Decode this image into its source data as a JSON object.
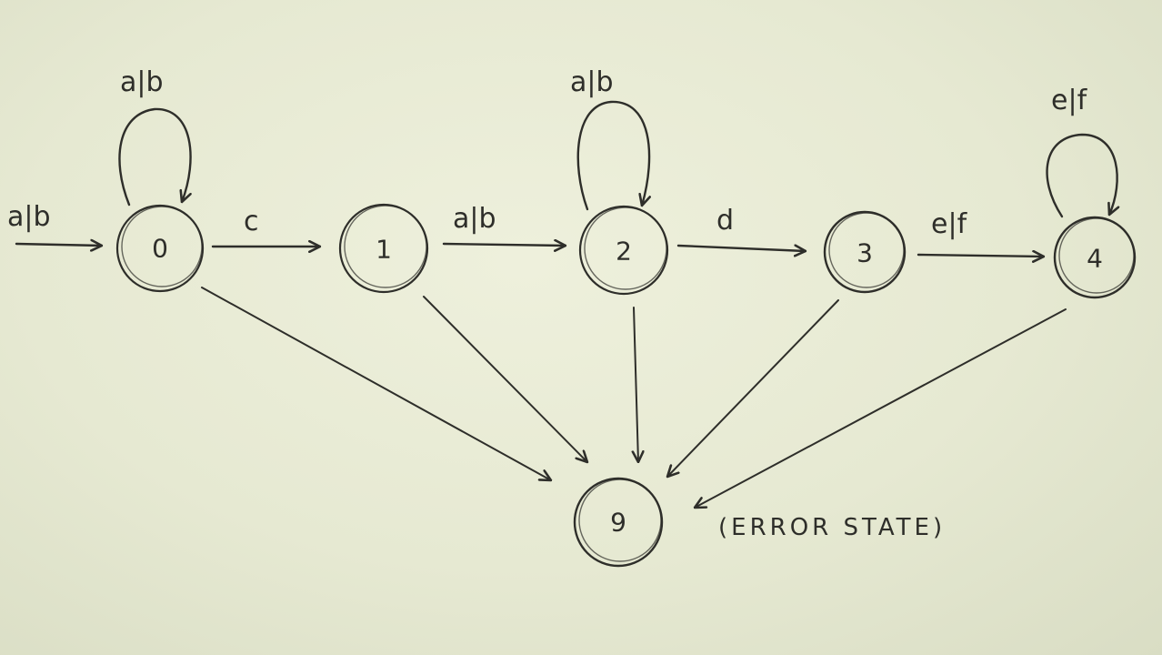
{
  "diagram": {
    "states": [
      {
        "id": "s0",
        "label": "0"
      },
      {
        "id": "s1",
        "label": "1"
      },
      {
        "id": "s2",
        "label": "2"
      },
      {
        "id": "s3",
        "label": "3"
      },
      {
        "id": "s4",
        "label": "4"
      },
      {
        "id": "s9",
        "label": "9"
      }
    ],
    "start_transition": {
      "label": "a|b"
    },
    "transitions": [
      {
        "from": "0",
        "to": "0",
        "label": "a|b"
      },
      {
        "from": "0",
        "to": "1",
        "label": "c"
      },
      {
        "from": "1",
        "to": "2",
        "label": "a|b"
      },
      {
        "from": "2",
        "to": "2",
        "label": "a|b"
      },
      {
        "from": "2",
        "to": "3",
        "label": "d"
      },
      {
        "from": "3",
        "to": "4",
        "label": "e|f"
      },
      {
        "from": "4",
        "to": "4",
        "label": "e|f"
      },
      {
        "from": "0",
        "to": "9",
        "label": ""
      },
      {
        "from": "1",
        "to": "9",
        "label": ""
      },
      {
        "from": "2",
        "to": "9",
        "label": ""
      },
      {
        "from": "3",
        "to": "9",
        "label": ""
      },
      {
        "from": "4",
        "to": "9",
        "label": ""
      }
    ],
    "error_note": "(ERROR STATE)"
  }
}
